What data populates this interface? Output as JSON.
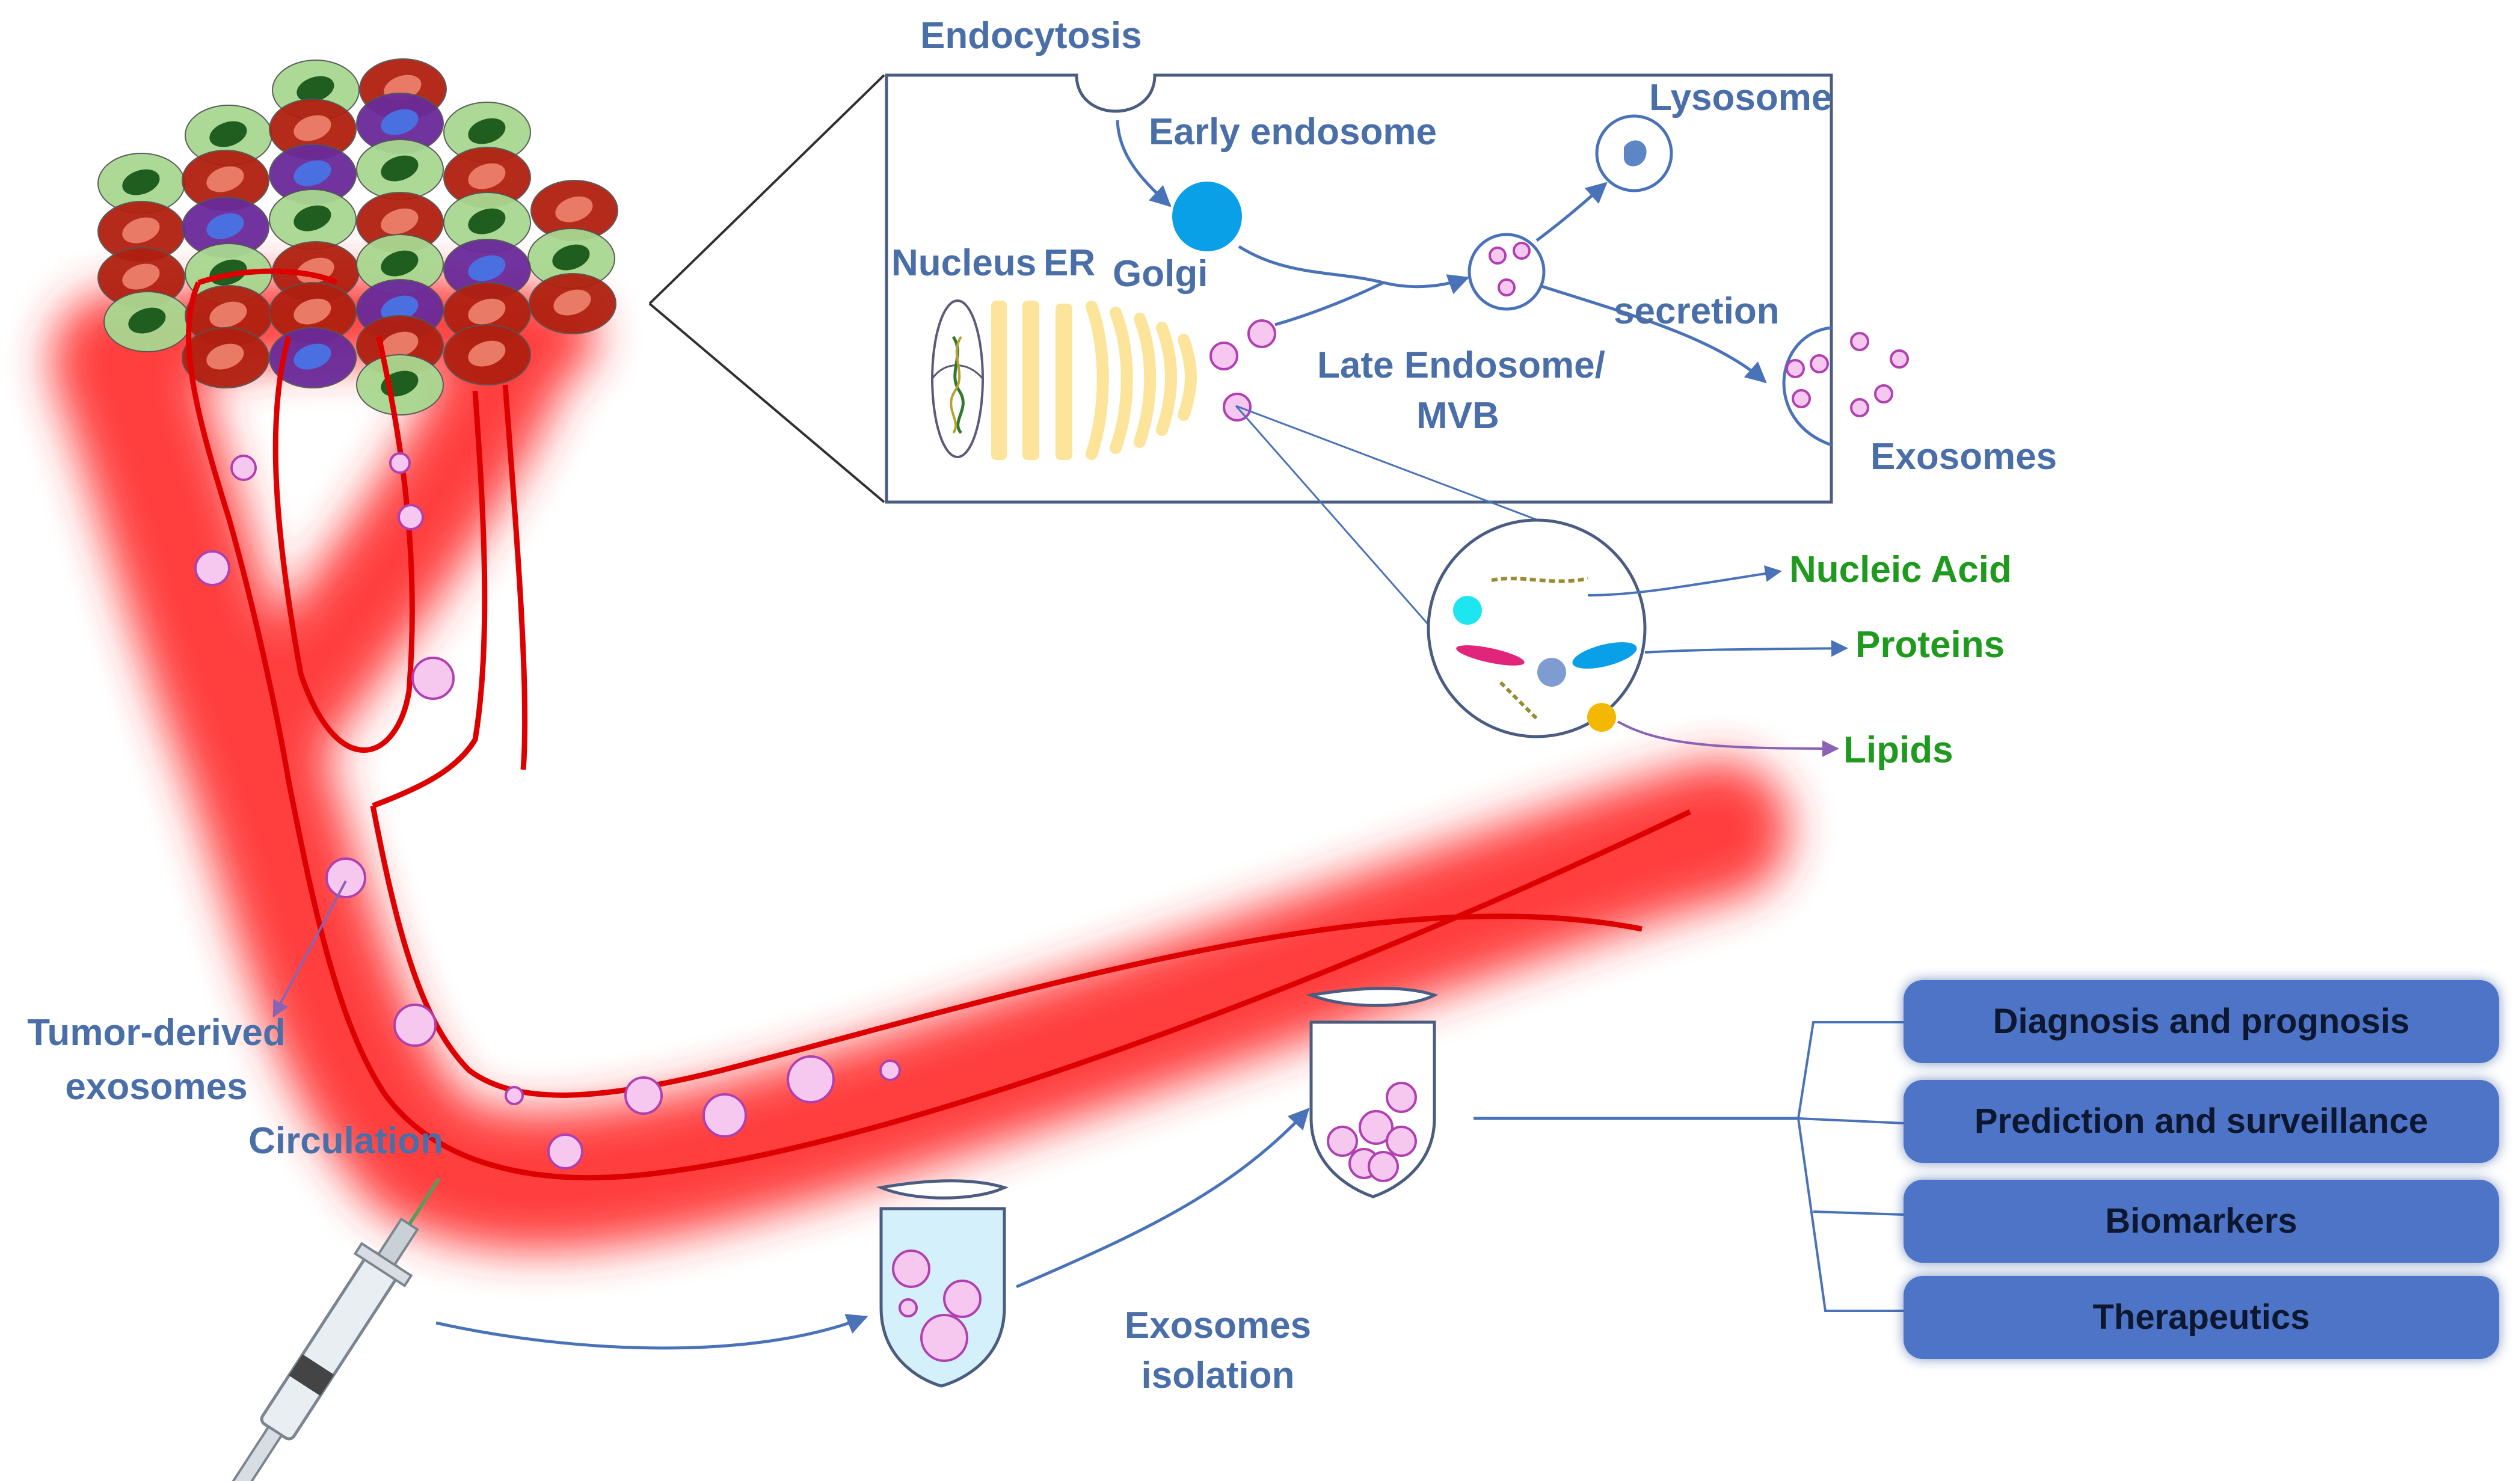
{
  "labels": {
    "endocytosis": "Endocytosis",
    "early_endosome": "Early endosome",
    "lysosome": "Lysosome",
    "nucleus": "Nucleus",
    "er": "ER",
    "golgi": "Golgi",
    "secretion": "secretion",
    "late_endosome_line1": "Late Endosome/",
    "late_endosome_line2": "MVB",
    "exosomes": "Exosomes",
    "nucleic_acid": "Nucleic Acid",
    "proteins": "Proteins",
    "lipids": "Lipids",
    "tumor_derived_line1": "Tumor-derived",
    "tumor_derived_line2": "exosomes",
    "circulation": "Circulation",
    "isolation_line1": "Exosomes",
    "isolation_line2": "isolation"
  },
  "applications": [
    "Diagnosis and prognosis",
    "Prediction and surveillance",
    "Biomarkers",
    "Therapeutics"
  ],
  "colors": {
    "label_blue": "#4a6fa8",
    "label_green": "#1f9a1f",
    "vessel_red": "#e00000",
    "exosome_pink": "#f6c8f0",
    "exosome_stroke": "#b040b0",
    "endosome_blue": "#0aa0e8",
    "box_blue": "#4d74c7",
    "er_yellow": "#fce49a"
  }
}
